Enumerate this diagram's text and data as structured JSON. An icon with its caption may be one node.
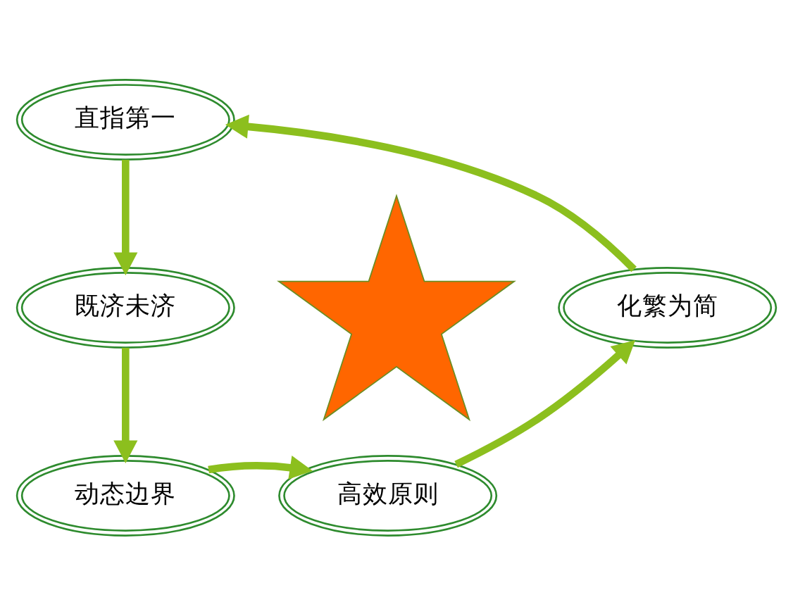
{
  "diagram": {
    "nodes": [
      {
        "text": [
          "直指第一"
        ]
      },
      {
        "text": [],
        "shape": "star"
      },
      {
        "text": [
          "既济未济"
        ]
      },
      {
        "text": [
          "化繁为简"
        ]
      },
      {
        "text": [
          "动态边界"
        ]
      },
      {
        "text": [
          "高效原则"
        ]
      }
    ],
    "edges": [
      {
        "from": 3,
        "to": 0,
        "arrow": "to"
      },
      {
        "from": 0,
        "to": 2,
        "arrow": "to"
      },
      {
        "from": 2,
        "to": 4,
        "arrow": "to"
      },
      {
        "from": 4,
        "to": 5,
        "arrow": "to"
      },
      {
        "from": 5,
        "to": 3,
        "arrow": "to"
      }
    ]
  }
}
